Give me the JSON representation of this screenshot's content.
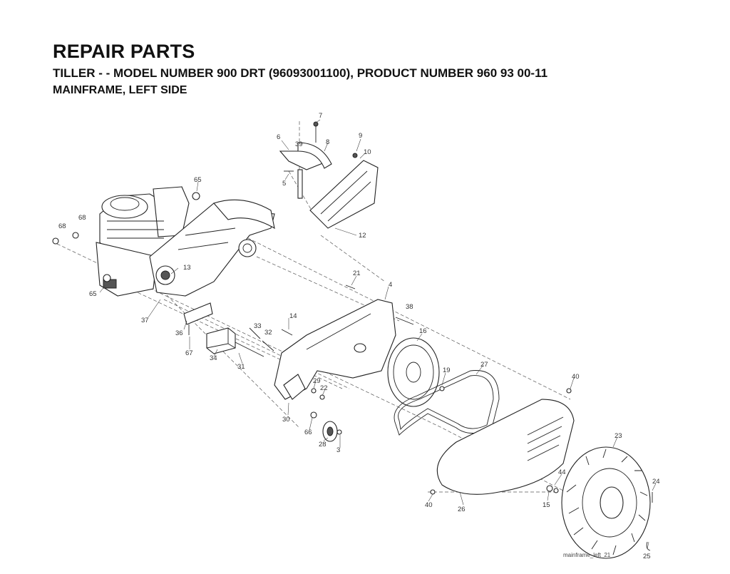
{
  "header": {
    "title": "REPAIR PARTS",
    "subtitle": "TILLER - - MODEL NUMBER 900 DRT (96093001100), PRODUCT NUMBER 960 93 00-11",
    "section": "MAINFRAME, LEFT SIDE"
  },
  "callouts": {
    "c7": "7",
    "c6": "6",
    "c39": "39",
    "c8": "8",
    "c9": "9",
    "c10": "10",
    "c5": "5",
    "c65a": "65",
    "c68a": "68",
    "c68b": "68",
    "c12": "12",
    "c13": "13",
    "c65b": "65",
    "c21": "21",
    "c4": "4",
    "c38": "38",
    "c37": "37",
    "c14": "14",
    "c33": "33",
    "c32": "32",
    "c36": "36",
    "c16": "16",
    "c67": "67",
    "c34": "34",
    "c31": "31",
    "c19": "19",
    "c27": "27",
    "c29": "29",
    "c22": "22",
    "c40a": "40",
    "c30": "30",
    "c66": "66",
    "c28": "28",
    "c3": "3",
    "c23": "23",
    "c44": "44",
    "c24": "24",
    "c40b": "40",
    "c26": "26",
    "c15": "15",
    "c25": "25"
  },
  "caption": "mainframe_left_21"
}
